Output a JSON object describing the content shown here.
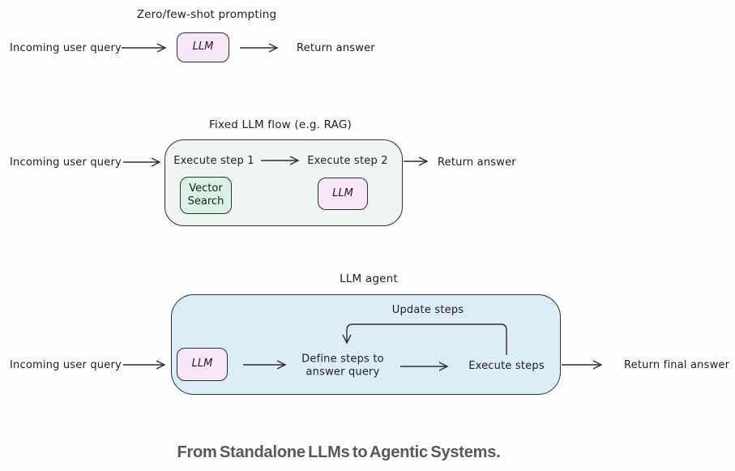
{
  "diagram": {
    "rows": [
      {
        "title": "Zero/few-shot prompting",
        "input_label": "Incoming user query",
        "llm_label": "LLM",
        "output_label": "Return answer"
      },
      {
        "title": "Fixed LLM flow (e.g. RAG)",
        "input_label": "Incoming user query",
        "step1_label": "Execute step 1",
        "step2_label": "Execute step 2",
        "vector_search_label": "Vector\nSearch",
        "llm_label": "LLM",
        "output_label": "Return answer"
      },
      {
        "title": "LLM agent",
        "input_label": "Incoming user query",
        "llm_label": "LLM",
        "define_steps_label": "Define steps to\nanswer query",
        "execute_steps_label": "Execute steps",
        "update_steps_label": "Update steps",
        "output_label": "Return final answer"
      }
    ],
    "caption": "From Standalone LLMs to Agentic Systems."
  },
  "colors": {
    "llm_box_fill": "#f8e7f6",
    "vector_search_fill": "#d9f2e3",
    "fixed_flow_container_fill": "#eff5f1",
    "agent_container_fill": "#dcedf8",
    "stroke": "#2f2f2f",
    "caption_text": "#58585b"
  }
}
